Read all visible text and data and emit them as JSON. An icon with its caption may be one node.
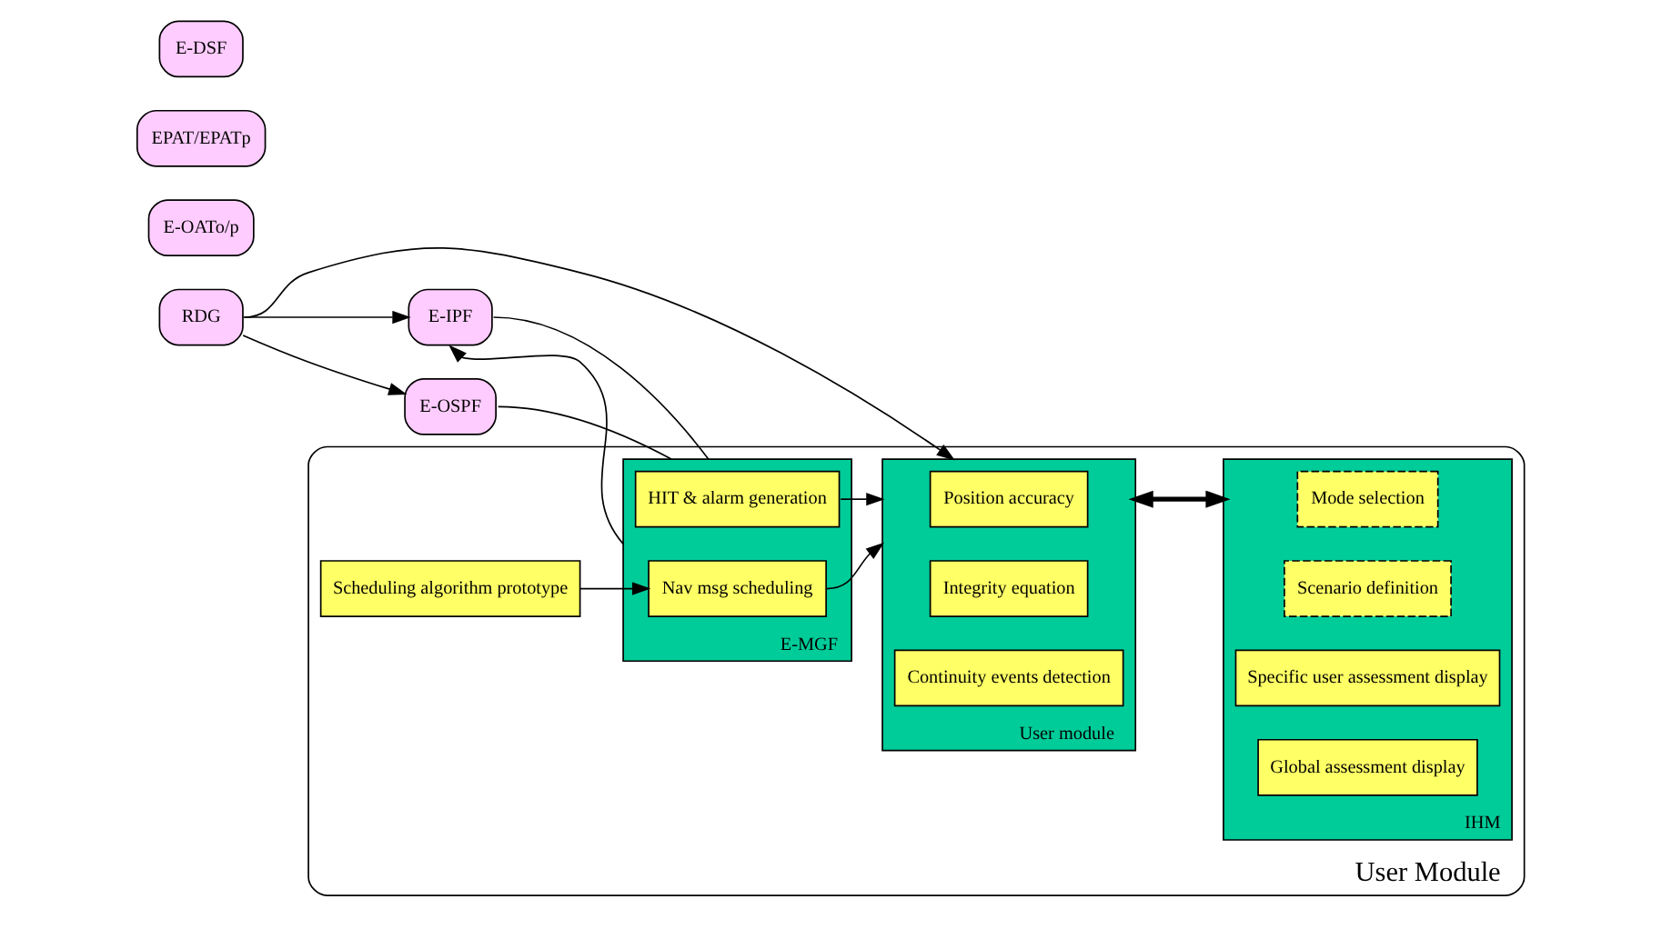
{
  "diagram": {
    "nodes": [
      {
        "text": [
          "User Module"
        ]
      },
      {
        "text": [
          "RDG"
        ]
      },
      {
        "text": [
          "E-IPF"
        ]
      },
      {
        "text": [
          "E-OSPF"
        ]
      },
      {
        "text": [
          "E-OATo/p"
        ]
      },
      {
        "text": [
          "EPAT/EPATp"
        ]
      },
      {
        "text": [
          "E-DSF"
        ]
      },
      {
        "text": [
          "E-MGF"
        ],
        "in": 0
      },
      {
        "text": [
          "HIT & alarm generation"
        ],
        "in": 7
      },
      {
        "text": [
          "Nav msg scheduling"
        ],
        "in": 7
      },
      {
        "text": [
          "Scheduling algorithm prototype"
        ],
        "in": 0
      },
      {
        "text": [
          "User module"
        ],
        "in": 0
      },
      {
        "text": [
          "Position accuracy"
        ],
        "in": 11
      },
      {
        "text": [
          "Integrity equation"
        ],
        "in": 11
      },
      {
        "text": [
          "Continuity events detection"
        ],
        "in": 11
      },
      {
        "text": [
          "IHM"
        ],
        "in": 0
      },
      {
        "text": [
          "Mode selection"
        ],
        "in": 15
      },
      {
        "text": [
          "Scenario definition"
        ],
        "in": 15
      },
      {
        "text": [
          "Specific user assessment display"
        ],
        "in": 15
      },
      {
        "text": [
          "Global assessment display"
        ],
        "in": 15
      }
    ],
    "edges": [
      {
        "from": 1,
        "to": 11,
        "arrow": "to"
      },
      {
        "from": 1,
        "to": 2,
        "arrow": "to"
      },
      {
        "from": 1,
        "to": 3,
        "arrow": "to"
      },
      {
        "from": 2,
        "to": 7,
        "arrow": "none"
      },
      {
        "from": 3,
        "to": 7,
        "arrow": "none"
      },
      {
        "from": 8,
        "to": 11,
        "arrow": "to"
      },
      {
        "from": 9,
        "to": 11,
        "arrow": "to"
      },
      {
        "from": 7,
        "to": 2,
        "arrow": "to"
      },
      {
        "from": 10,
        "to": 9,
        "arrow": "to"
      },
      {
        "from": 11,
        "to": 15,
        "arrow": "both",
        "style": "thick"
      }
    ]
  }
}
